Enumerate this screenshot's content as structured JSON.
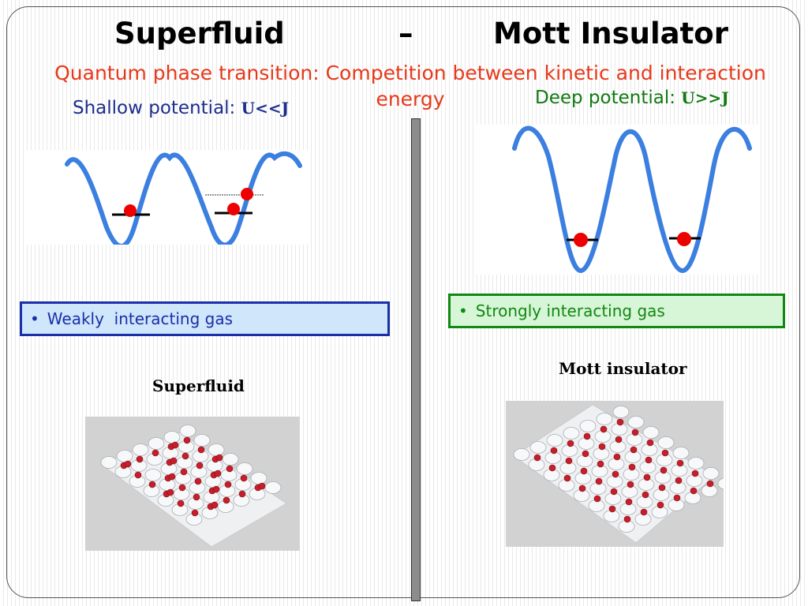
{
  "title": {
    "left": "Superfluid",
    "dash": "–",
    "right": "Mott Insulator"
  },
  "subtitle": "Quantum phase transition: Competition between kinetic and interaction energy",
  "left_panel": {
    "potential_label": "Shallow potential: ",
    "potential_symbol": "U<<J",
    "box_bullet": "•",
    "box_text": "Weakly  interacting gas",
    "caption": "Superfluid"
  },
  "right_panel": {
    "potential_label": "Deep potential: ",
    "potential_symbol": "U>>J",
    "box_bullet": "•",
    "box_text": "Strongly interacting gas",
    "caption": "Mott insulator"
  },
  "colors": {
    "title": "#000000",
    "subtitle": "#e8381a",
    "left_accent": "#1a2fa8",
    "right_accent": "#118811",
    "wave": "#3b7fe0",
    "atom": "#ee0000"
  }
}
